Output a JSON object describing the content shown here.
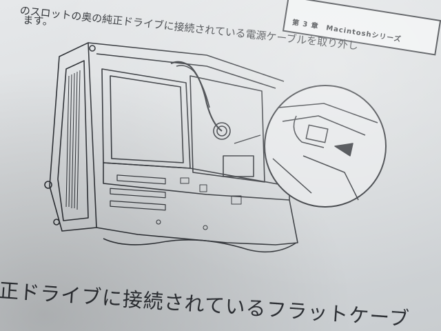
{
  "header": {
    "chapter_label": "第 3 章　Macintoshシリーズ"
  },
  "body_text": {
    "line1": "のスロットの奥の純正ドライブに接続されている電源ケーブルを取り外し",
    "line2": "ます。",
    "line3": "正ドライブに接続されているフラットケーブ"
  },
  "colors": {
    "ink": "#2e3136",
    "paper": "#dfe2e4"
  }
}
